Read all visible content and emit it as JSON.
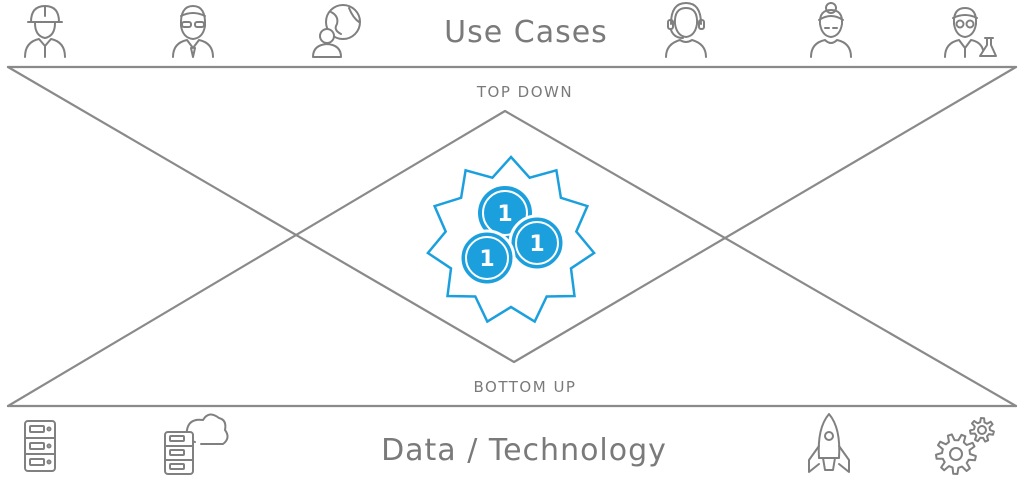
{
  "top": {
    "title": "Use Cases",
    "icons": [
      {
        "icon": "hardhat-worker-icon",
        "role": "construction worker"
      },
      {
        "icon": "sunglasses-agent-icon",
        "role": "agent"
      },
      {
        "icon": "globe-person-icon",
        "role": "global user"
      },
      {
        "icon": "headset-support-icon",
        "role": "support agent"
      },
      {
        "icon": "woman-icon",
        "role": "woman"
      },
      {
        "icon": "scientist-flask-icon",
        "role": "scientist"
      }
    ]
  },
  "center": {
    "top_label": "TOP DOWN",
    "bottom_label": "BOTTOM UP",
    "coin_digit": "1",
    "accent_color": "#1ca0dd",
    "line_color": "#8a8a8a"
  },
  "bottom": {
    "title": "Data / Technology",
    "icons": [
      {
        "icon": "server-stack-icon"
      },
      {
        "icon": "cloud-server-icon"
      },
      {
        "icon": "rocket-icon"
      },
      {
        "icon": "gears-icon"
      }
    ]
  }
}
